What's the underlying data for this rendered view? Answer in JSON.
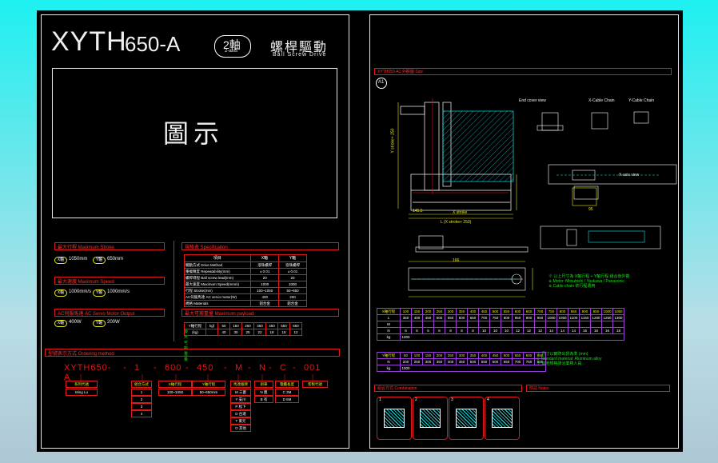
{
  "left_panel": {
    "title": "XYTH",
    "model": "650-A",
    "axis_badge": "2軸",
    "axis_badge_sub": "2-axis",
    "drive_cn": "螺桿驅動",
    "drive_en": "Ball Screw Drive",
    "image_placeholder": "圖示",
    "stroke_header": "最大行程  Maximum Stroke",
    "stroke_x_label": "X軸",
    "stroke_x_value": "1050mm",
    "stroke_y_label": "Y軸",
    "stroke_y_value": "650mm",
    "speed_header": "最大速度  Maximum Speed",
    "speed_x_label": "X軸",
    "speed_x_value": "1000mm/s",
    "speed_y_label": "Y軸",
    "speed_y_value": "1000mm/s",
    "motor_header": "AC伺服馬達  AC Servo Motor Output",
    "motor_x_label": "X軸",
    "motor_x_value": "400W",
    "motor_y_label": "Y軸",
    "motor_y_value": "200W",
    "spec_header": "規格表  Specification",
    "spec_cols": [
      "項目",
      "X軸",
      "Y軸"
    ],
    "spec_rows": [
      [
        "驅動方式  Drive Method",
        "滾珠螺桿",
        "滾珠螺桿"
      ],
      [
        "重複精度  Repeatability(mm)",
        "± 0.01",
        "± 0.01"
      ],
      [
        "螺桿導程  Ball screw lead(mm)",
        "20",
        "20"
      ],
      [
        "最大速度  Maximum Speed(mm/s)",
        "1000",
        "1000"
      ],
      [
        "行程  Stroke(mm)",
        "100~1050",
        "50~650"
      ],
      [
        "AC伺服馬達  AC servo motor(W)",
        "400",
        "200"
      ],
      [
        "規格  Materials",
        "鋁合金",
        "鋁合金"
      ]
    ],
    "payload_header": "最大可搬重量  Maximum payload",
    "payload_label": "最大可搬重量",
    "payload_cols": [
      "Y軸行程",
      "kgf",
      "50",
      "150",
      "250",
      "350",
      "450",
      "550",
      "650"
    ],
    "payload_row": [
      "(kg)",
      "",
      "40",
      "30",
      "25",
      "22",
      "18",
      "15",
      "12"
    ],
    "order_header": "型號表示方式  Ordering method",
    "order_code": [
      "XYTH650-A",
      "1",
      "600",
      "450",
      "M",
      "N",
      "C",
      "001"
    ],
    "order_labels": [
      "系列代號",
      "組合方式",
      "X軸行程",
      "Y軸行程",
      "馬達廠牌",
      "剎車",
      "電纜長度",
      "客製代號"
    ],
    "order_values": {
      "series": "Ming Lu",
      "combo": [
        "1",
        "2",
        "3",
        "4"
      ],
      "x_stroke": "100~1050",
      "y_stroke": "50~650mm",
      "motor": [
        "M 三菱",
        "Y 安川",
        "P 松下",
        "D 台達",
        "T 東元",
        "O 其他"
      ],
      "brake": [
        "N 無",
        "B 有"
      ],
      "cable": [
        "C 3M",
        "D 5M"
      ]
    }
  },
  "right_panel": {
    "title_bar": "XYTH650-A1  外觀圖  Size",
    "view_label": "A1",
    "side_views": [
      "End cover view",
      "X-Cable Chain",
      "Y-Cable Chain"
    ],
    "axis_view": "X-axis view",
    "dim_x_stroke": "X stroke",
    "dim_total": "L (X stroke+ 250)",
    "dim_y": "Y stroke+ 250",
    "dim_small": [
      "145.5",
      "166",
      "95"
    ],
    "table_rows_header": [
      "X軸行程",
      "100",
      "150",
      "200",
      "250",
      "300",
      "350",
      "400",
      "450",
      "500",
      "550",
      "600",
      "650",
      "700",
      "750",
      "800",
      "850",
      "900",
      "950",
      "1000",
      "1050"
    ],
    "table_L": [
      "L",
      "350",
      "400",
      "450",
      "500",
      "550",
      "600",
      "650",
      "700",
      "750",
      "800",
      "850",
      "900",
      "950",
      "1000",
      "1050",
      "1100",
      "1150",
      "1200",
      "1250",
      "1300"
    ],
    "table_M": [
      "M",
      "",
      "",
      "",
      "",
      "",
      "",
      "",
      "",
      "",
      "",
      "",
      "",
      "",
      "",
      "",
      "",
      "",
      "",
      "",
      ""
    ],
    "table_N": [
      "N",
      "6",
      "6",
      "6",
      "6",
      "8",
      "8",
      "8",
      "10",
      "10",
      "10",
      "12",
      "12",
      "12",
      "14",
      "14",
      "14",
      "16",
      "16",
      "16",
      "18"
    ],
    "table_kg": [
      "kg",
      "1000"
    ],
    "table2_header": [
      "Y軸行程",
      "50",
      "100",
      "150",
      "200",
      "250",
      "300",
      "350",
      "400",
      "450",
      "500",
      "550",
      "600",
      "650"
    ],
    "table2_row": [
      "N",
      "200",
      "250",
      "300",
      "350",
      "400",
      "450",
      "500",
      "550",
      "600",
      "650",
      "700",
      "750",
      "800"
    ],
    "table2_kg": [
      "kg",
      "1000"
    ],
    "notes": [
      "※ 以上尺寸為 X軸行程 + Y軸行程 組合後外觀",
      "※ Motor: Mitsubishi / Yaskawa / Panasonic",
      "※ Cable chain 依行程選用"
    ],
    "combo_header": "組合方式  Combination",
    "combo_items": [
      "1",
      "2",
      "3",
      "4"
    ],
    "note_header": "附註  Notes",
    "green_notes": [
      "※ 尺寸以實際出貨為準 (mm)",
      "※ Standard material: Aluminum alloy",
      "※ 其他規格請洽業務人員"
    ]
  },
  "colors": {
    "frame": "#e6e6e6",
    "red": "#e01818",
    "cyan": "#18e6e6",
    "green": "#19e019",
    "yellow": "#e6e619",
    "background": "#000000"
  }
}
